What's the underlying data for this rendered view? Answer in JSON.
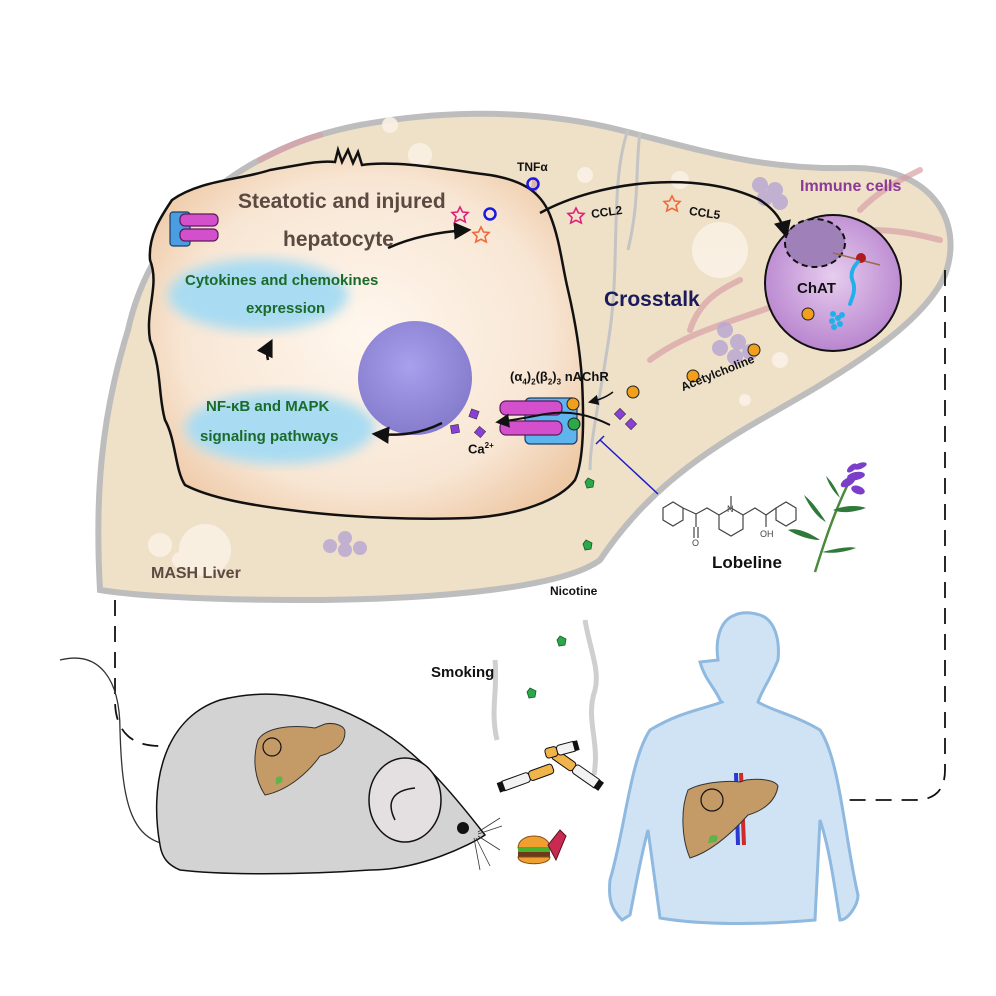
{
  "figure": {
    "liver_label": "MASH Liver",
    "hepatocyte_label_line1": "Steatotic and injured",
    "hepatocyte_label_line2": "hepatocyte",
    "cytokines_box_line1": "Cytokines and chemokines",
    "cytokines_box_line2": "expression",
    "signaling_box_line1": "NF-κB and MAPK",
    "signaling_box_line2": "signaling  pathways",
    "tnf_label": "TNFα",
    "ccl2_label": "CCL2",
    "ccl5_label": "CCL5",
    "immune_cells_label": "Immune cells",
    "chat_label": "ChAT",
    "crosstalk_label": "Crosstalk",
    "receptor_label": "(α4)2(β2)3 nAChR",
    "receptor_parts": {
      "a": "(α",
      "a_sub": "4",
      "b": ")",
      "b_sub": "2",
      "c": "(β",
      "c_sub": "2",
      "d": ")",
      "d_sub": "3",
      "e": " nAChR"
    },
    "acetylcholine_label": "Acetylcholine",
    "calcium_label": "Ca",
    "calcium_sup": "2+",
    "lobeline_label": "Lobeline",
    "nicotine_label": "Nicotine",
    "smoking_label": "Smoking",
    "lobeline_atoms": {
      "oxygen": "O",
      "nitrogen": "N",
      "hydroxyl": "OH"
    }
  },
  "colors": {
    "liver_fill": "#efe0c8",
    "liver_border": "#bdbdbd",
    "hepatocyte_fill": "#f6dcc4",
    "nucleus": "#8f86d6",
    "blue_box": "#a9dcf2",
    "immune_cell": "#c79ad6",
    "immune_label": "#8b3a96",
    "crosstalk": "#1b1b5c",
    "green_text": "#1a6b2a",
    "acetylcholine": "#f2a01c",
    "calcium": "#8a3fd8",
    "nicotine": "#2aa84a",
    "tnf_circle": "#1a1adf",
    "ccl2_star": "#e0207a",
    "ccl5_star": "#ef6a3a",
    "inhibition_line": "#1c1ccf",
    "human_fill": "#cfe3f5",
    "human_stroke": "#8fb9df",
    "mouse_fill": "#d3d3d3",
    "small_liver": "#c49a66"
  }
}
